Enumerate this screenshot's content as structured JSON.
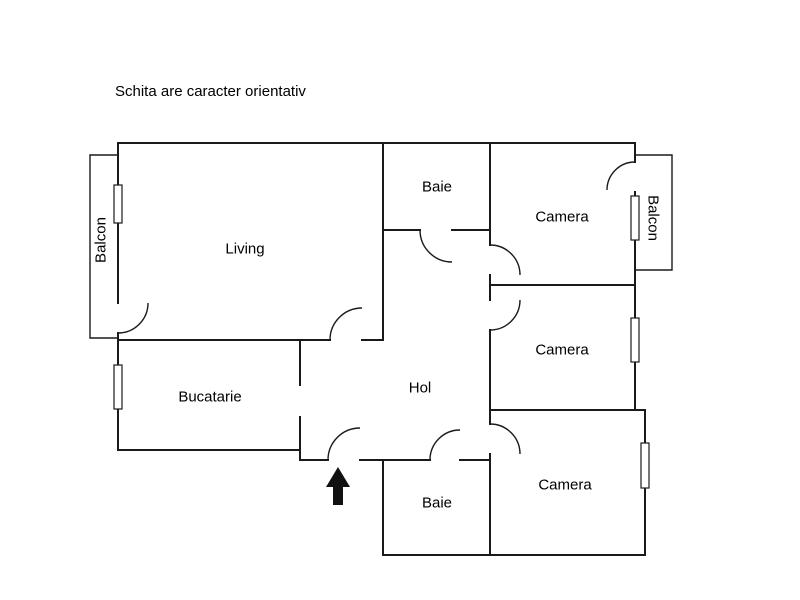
{
  "note": "Schita are caracter orientativ",
  "rooms": {
    "living": "Living",
    "baie_top": "Baie",
    "camera_top": "Camera",
    "camera_middle": "Camera",
    "camera_bottom": "Camera",
    "bucatarie": "Bucatarie",
    "hol": "Hol",
    "baie_bottom": "Baie",
    "balcon_left": "Balcon",
    "balcon_right": "Balcon"
  },
  "icons": {
    "entrance_arrow": "entrance-arrow-icon"
  },
  "colors": {
    "wall": "#1a1a1a",
    "background": "#ffffff",
    "text": "#000000"
  }
}
